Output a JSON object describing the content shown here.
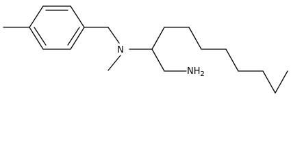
{
  "structure": {
    "atoms": {
      "nitrogen": "N",
      "amine_main": "NH",
      "amine_subscript": "2"
    },
    "colors": {
      "bond": "#000000",
      "label": "#000000",
      "background": "#ffffff"
    }
  }
}
